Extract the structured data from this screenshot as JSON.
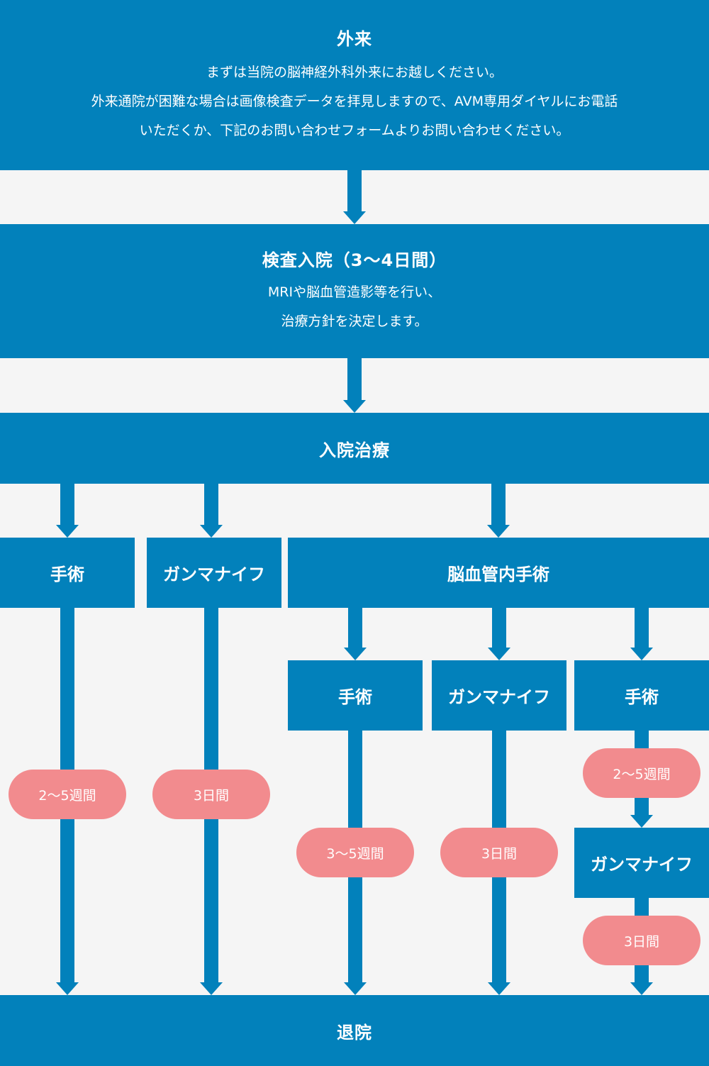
{
  "outpatient": {
    "title": "外来",
    "lines": [
      "まずは当院の脳神経外科外来にお越しください。",
      "外来通院が困難な場合は画像検査データを拝見しますので、AVM専用ダイヤルにお電話",
      "いただくか、下記のお問い合わせフォームよりお問い合わせください。"
    ]
  },
  "exam": {
    "title": "検査入院（3〜4日間）",
    "lines": [
      "MRIや脳血管造影等を行い、",
      "治療方針を決定します。"
    ]
  },
  "treatment": {
    "title": "入院治療"
  },
  "branches": {
    "surgery": "手術",
    "gamma_knife": "ガンマナイフ",
    "endovascular": "脳血管内手術"
  },
  "sub_branches": {
    "surgery": "手術",
    "gamma_knife": "ガンマナイフ",
    "surgery_b": "手術",
    "gamma_knife_b": "ガンマナイフ"
  },
  "durations": {
    "surgery": "2〜5週間",
    "gamma_knife": "3日間",
    "endo_surgery": "3〜5週間",
    "endo_gamma_knife": "3日間",
    "endo_combo_surgery": "2〜5週間",
    "endo_combo_gamma_knife": "3日間"
  },
  "discharge": {
    "title": "退院"
  },
  "colors": {
    "box": "#0281bb",
    "pill": "#f28b8e",
    "background": "#f5f5f5",
    "text": "#ffffff"
  }
}
